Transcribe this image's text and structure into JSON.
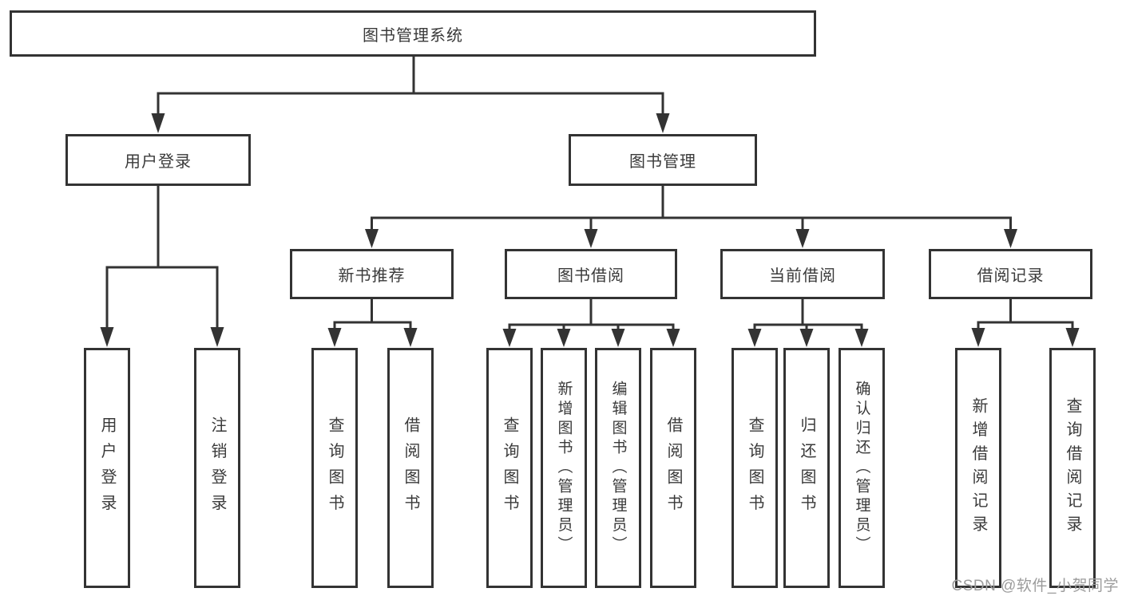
{
  "tree": {
    "label": "图书管理系统",
    "children": [
      {
        "label": "用户登录",
        "children": [
          {
            "label": "用户登录"
          },
          {
            "label": "注销登录"
          }
        ]
      },
      {
        "label": "图书管理",
        "children": [
          {
            "label": "新书推荐",
            "children": [
              {
                "label": "查询图书"
              },
              {
                "label": "借阅图书"
              }
            ]
          },
          {
            "label": "图书借阅",
            "children": [
              {
                "label": "查询图书"
              },
              {
                "label": "新增图书（管理员）"
              },
              {
                "label": "编辑图书（管理员）"
              },
              {
                "label": "借阅图书"
              }
            ]
          },
          {
            "label": "当前借阅",
            "children": [
              {
                "label": "查询图书"
              },
              {
                "label": "归还图书"
              },
              {
                "label": "确认归还（管理员）"
              }
            ]
          },
          {
            "label": "借阅记录",
            "children": [
              {
                "label": "新增借阅记录"
              },
              {
                "label": "查询借阅记录"
              }
            ]
          }
        ]
      }
    ]
  },
  "watermark": {
    "text": "CSDN @软件_小贺同学"
  },
  "colors": {
    "line": "#333333",
    "text": "#3a3a3a",
    "watermark": "#9c9c9c",
    "box_background": "#ffffff"
  }
}
